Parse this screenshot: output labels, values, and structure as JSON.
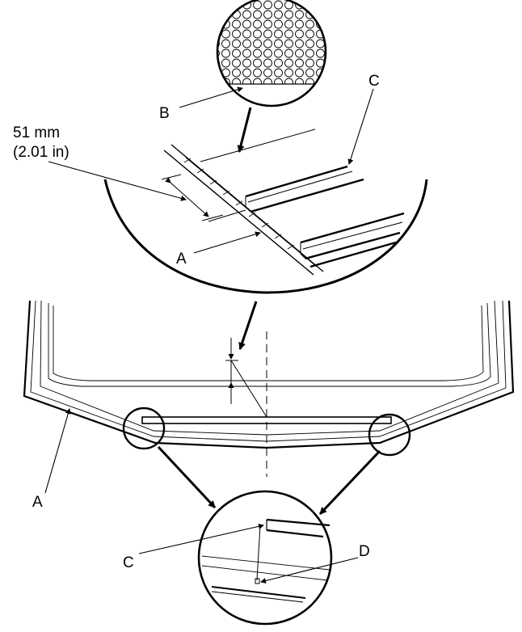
{
  "labels": {
    "measurement_mm": "51 mm",
    "measurement_in": "(2.01 in)",
    "b_top": "B",
    "c_top": "C",
    "a_top": "A",
    "a_left": "A",
    "c_bottom": "C",
    "d_bottom": "D"
  },
  "colors": {
    "line": "#000000",
    "background": "#ffffff"
  }
}
